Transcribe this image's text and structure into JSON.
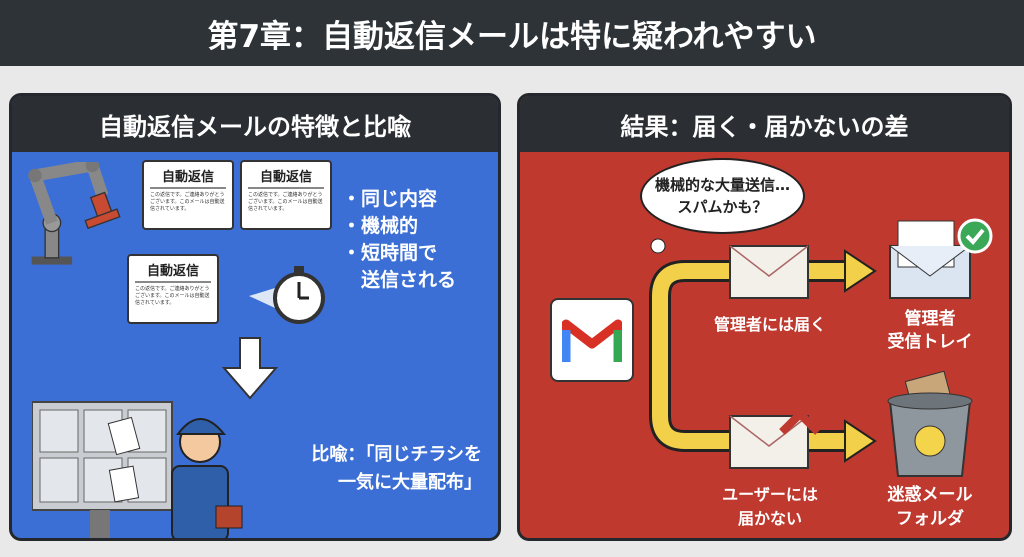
{
  "title": "第7章：自動返信メールは特に疑われやすい",
  "left": {
    "header": "自動返信メールの特徴と比喩",
    "cards": [
      {
        "heading": "自動返信",
        "body": "この返信です。ご連絡ありがとうございます。このメールは自動送信されています。"
      },
      {
        "heading": "自動返信",
        "body": "この返信です。ご連絡ありがとうございます。このメールは自動送信されています。"
      },
      {
        "heading": "自動返信",
        "body": "この返信です。ご連絡ありがとうございます。このメールは自動送信されています。"
      }
    ],
    "features": [
      "・同じ内容",
      "・機械的",
      "・短時間で",
      "　送信される"
    ],
    "metaphor": [
      "比喩：「同じチラシを",
      "一気に大量配布」"
    ]
  },
  "right": {
    "header": "結果：届く・届かないの差",
    "bubble": [
      "機械的な大量送信…",
      "スパムかも？"
    ],
    "admin_label": "管理者には届く",
    "admin_dest": [
      "管理者",
      "受信トレイ"
    ],
    "user_label": [
      "ユーザーには",
      "届かない"
    ],
    "user_dest": [
      "迷惑メール",
      "フォルダ"
    ]
  },
  "colors": {
    "blue": "#3c6fd6",
    "red": "#c0392f",
    "dark": "#2b2f33",
    "yellow": "#f2d04a"
  }
}
